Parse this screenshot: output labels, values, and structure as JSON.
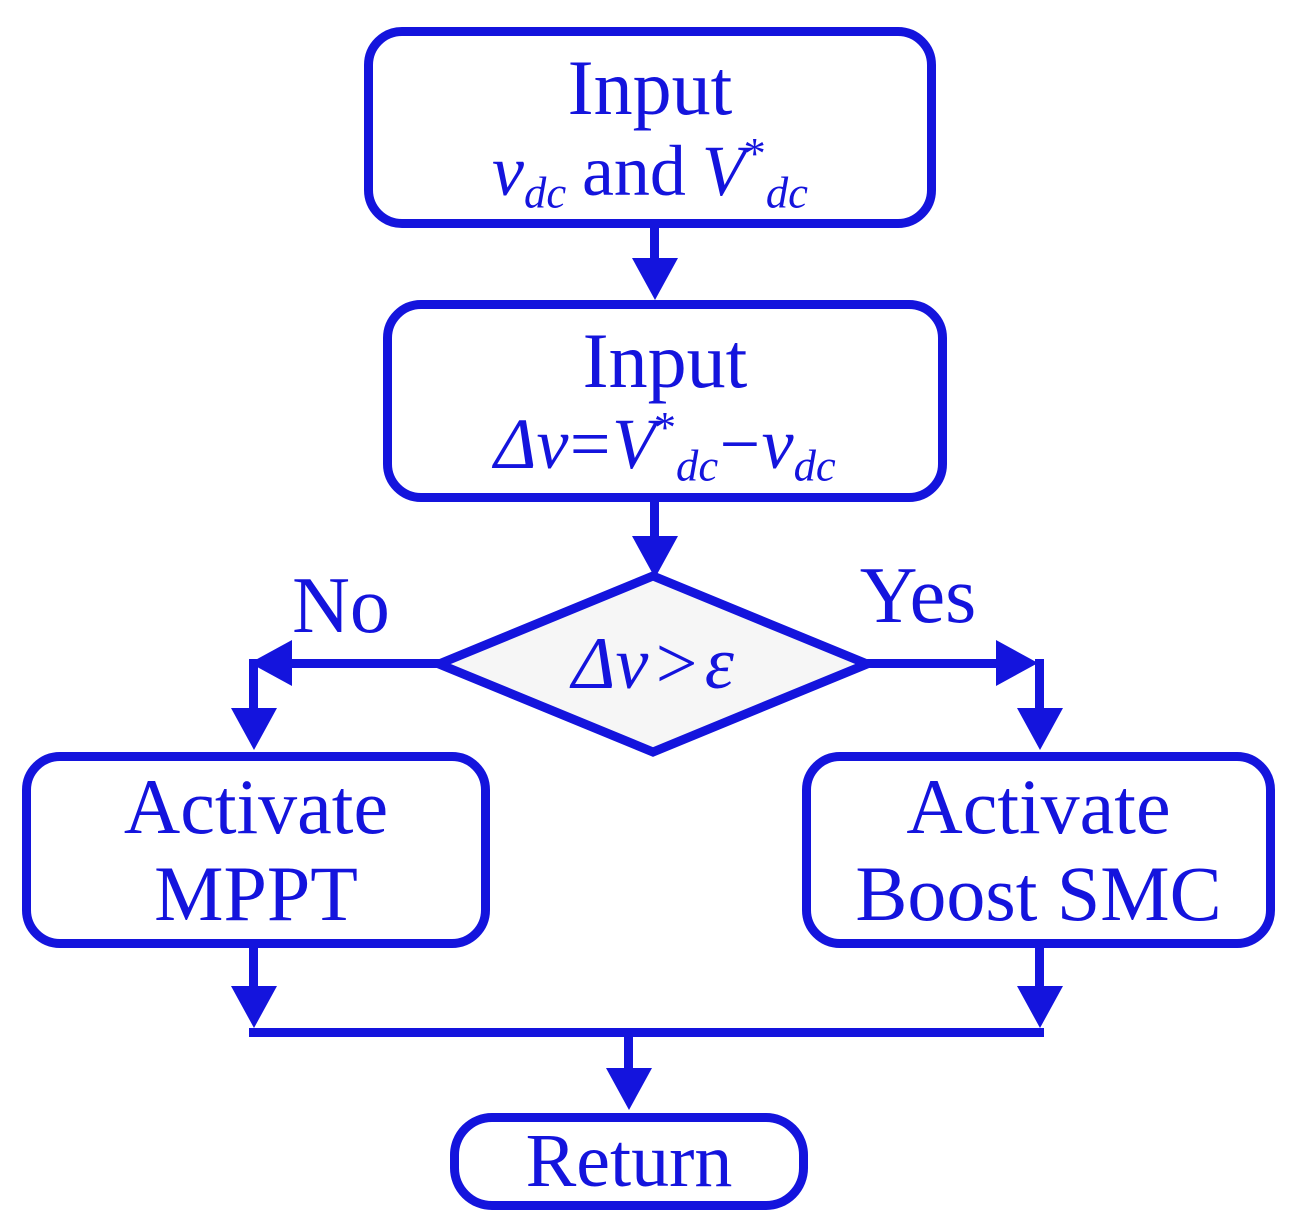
{
  "colors": {
    "line": "#1414dd",
    "diamond_fill": "#f6f6f6",
    "background": "#ffffff"
  },
  "nodes": {
    "input1": {
      "title": "Input",
      "formula": {
        "v": "v",
        "v_sub": "dc",
        "and_word": "and",
        "V": "V",
        "V_sup": "*",
        "V_sub": "dc"
      }
    },
    "input2": {
      "title": "Input",
      "formula": {
        "dv": "Δv",
        "eq": "=",
        "V": "V",
        "V_sup": "*",
        "V_sub": "dc",
        "minus": "−",
        "v": "v",
        "v_sub": "dc"
      }
    },
    "decision": {
      "formula": {
        "dv": "Δv",
        "gt": ">",
        "eps": "ε"
      }
    },
    "mppt": {
      "line1": "Activate",
      "line2": "MPPT"
    },
    "boost_smc": {
      "line1": "Activate",
      "line2": "Boost SMC"
    },
    "return": {
      "label": "Return"
    }
  },
  "edges": {
    "no_label": "No",
    "yes_label": "Yes"
  }
}
